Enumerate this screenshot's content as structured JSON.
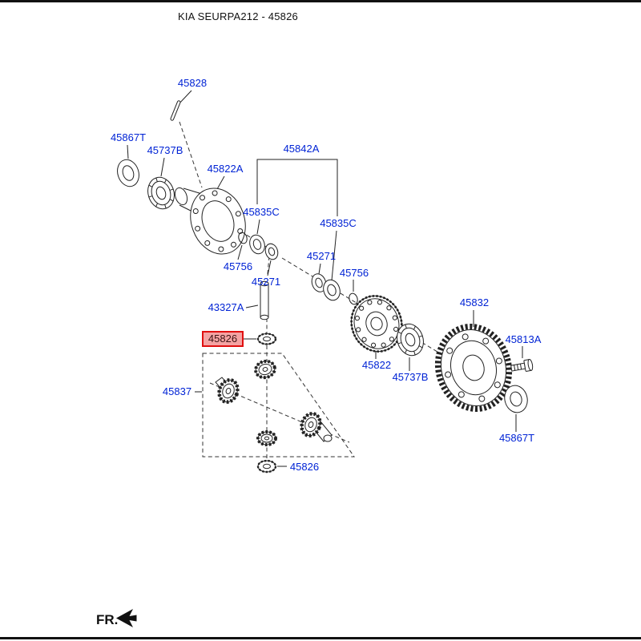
{
  "header": {
    "title": "KIA SEURPA212 - 45826"
  },
  "footer": {
    "label": "FR.",
    "icon": "fr-direction-arrow"
  },
  "colors": {
    "label": "#0023d5",
    "line": "#222222",
    "highlight_bg": "#f4a3a3",
    "highlight_border": "#e01010",
    "highlight_text": "#3c1212"
  },
  "labels": [
    {
      "text": "45828",
      "highlighted": false
    },
    {
      "text": "45867T",
      "highlighted": false
    },
    {
      "text": "45737B",
      "highlighted": false
    },
    {
      "text": "45822A",
      "highlighted": false
    },
    {
      "text": "45835C",
      "highlighted": false
    },
    {
      "text": "45842A",
      "highlighted": false
    },
    {
      "text": "45835C",
      "highlighted": false
    },
    {
      "text": "45271",
      "highlighted": false
    },
    {
      "text": "45756",
      "highlighted": false
    },
    {
      "text": "45756",
      "highlighted": false
    },
    {
      "text": "45271",
      "highlighted": false
    },
    {
      "text": "43327A",
      "highlighted": false
    },
    {
      "text": "45826",
      "highlighted": true
    },
    {
      "text": "45837",
      "highlighted": false
    },
    {
      "text": "45822",
      "highlighted": false
    },
    {
      "text": "45737B",
      "highlighted": false
    },
    {
      "text": "45832",
      "highlighted": false
    },
    {
      "text": "45813A",
      "highlighted": false
    },
    {
      "text": "45867T",
      "highlighted": false
    },
    {
      "text": "45826",
      "highlighted": false
    }
  ]
}
